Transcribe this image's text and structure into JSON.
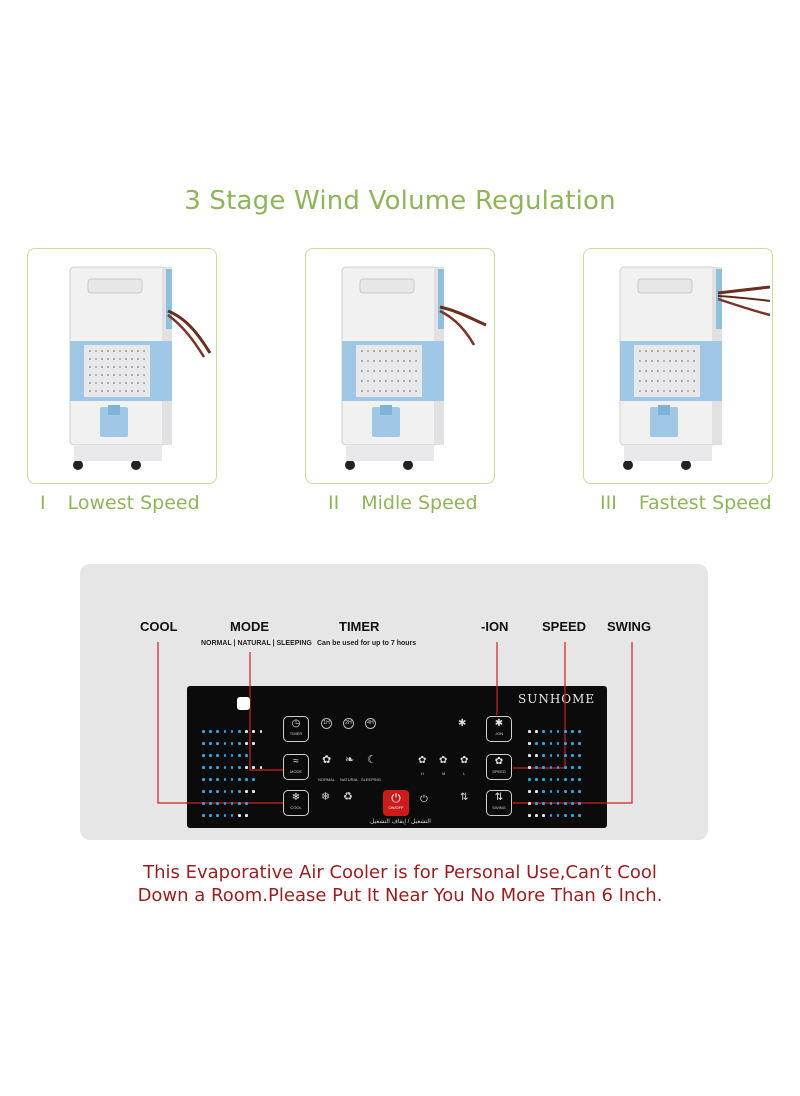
{
  "title": "3 Stage Wind Volume Regulation",
  "stages": [
    {
      "num": "I",
      "label": "Lowest Speed"
    },
    {
      "num": "II",
      "label": "Midle Speed"
    },
    {
      "num": "III",
      "label": "Fastest Speed"
    }
  ],
  "panel": {
    "labels": {
      "cool": "COOL",
      "mode": "MODE",
      "timer": "TIMER",
      "ion": "-ION",
      "speed": "SPEED",
      "swing": "SWING"
    },
    "mode_options": "NORMAL | NATURAL | SLEEPING",
    "timer_note": "Can be used for up to 7 hours",
    "brand": "SUNHOME",
    "buttons": {
      "timer": "TIMER",
      "mode": "MODE",
      "cool": "COOL",
      "ion": "-ION",
      "speed": "SPEED",
      "swing": "SWING",
      "power": "ON/OFF",
      "power_label_ar": "التشغيل / إيقاف التشغيل"
    },
    "timer_hours": [
      "1H",
      "2H",
      "4H"
    ],
    "mode_modes": [
      "NORMAL",
      "NATURAL",
      "SLEEPING"
    ],
    "speed_levels": [
      "H",
      "M",
      "L"
    ],
    "colors": {
      "led": "#2aa6e6",
      "power": "#cc1b1b",
      "board": "#0b0b0b"
    }
  },
  "note": {
    "line1": "This Evaporative Air Cooler is for Personal Use,Can′t Cool",
    "line2": "Down a Room.Please Put It Near You No More Than 6 Inch."
  },
  "colors": {
    "title": "#8fb55a",
    "note": "#9b1d1d",
    "accent_blue": "#8ec0e0"
  }
}
